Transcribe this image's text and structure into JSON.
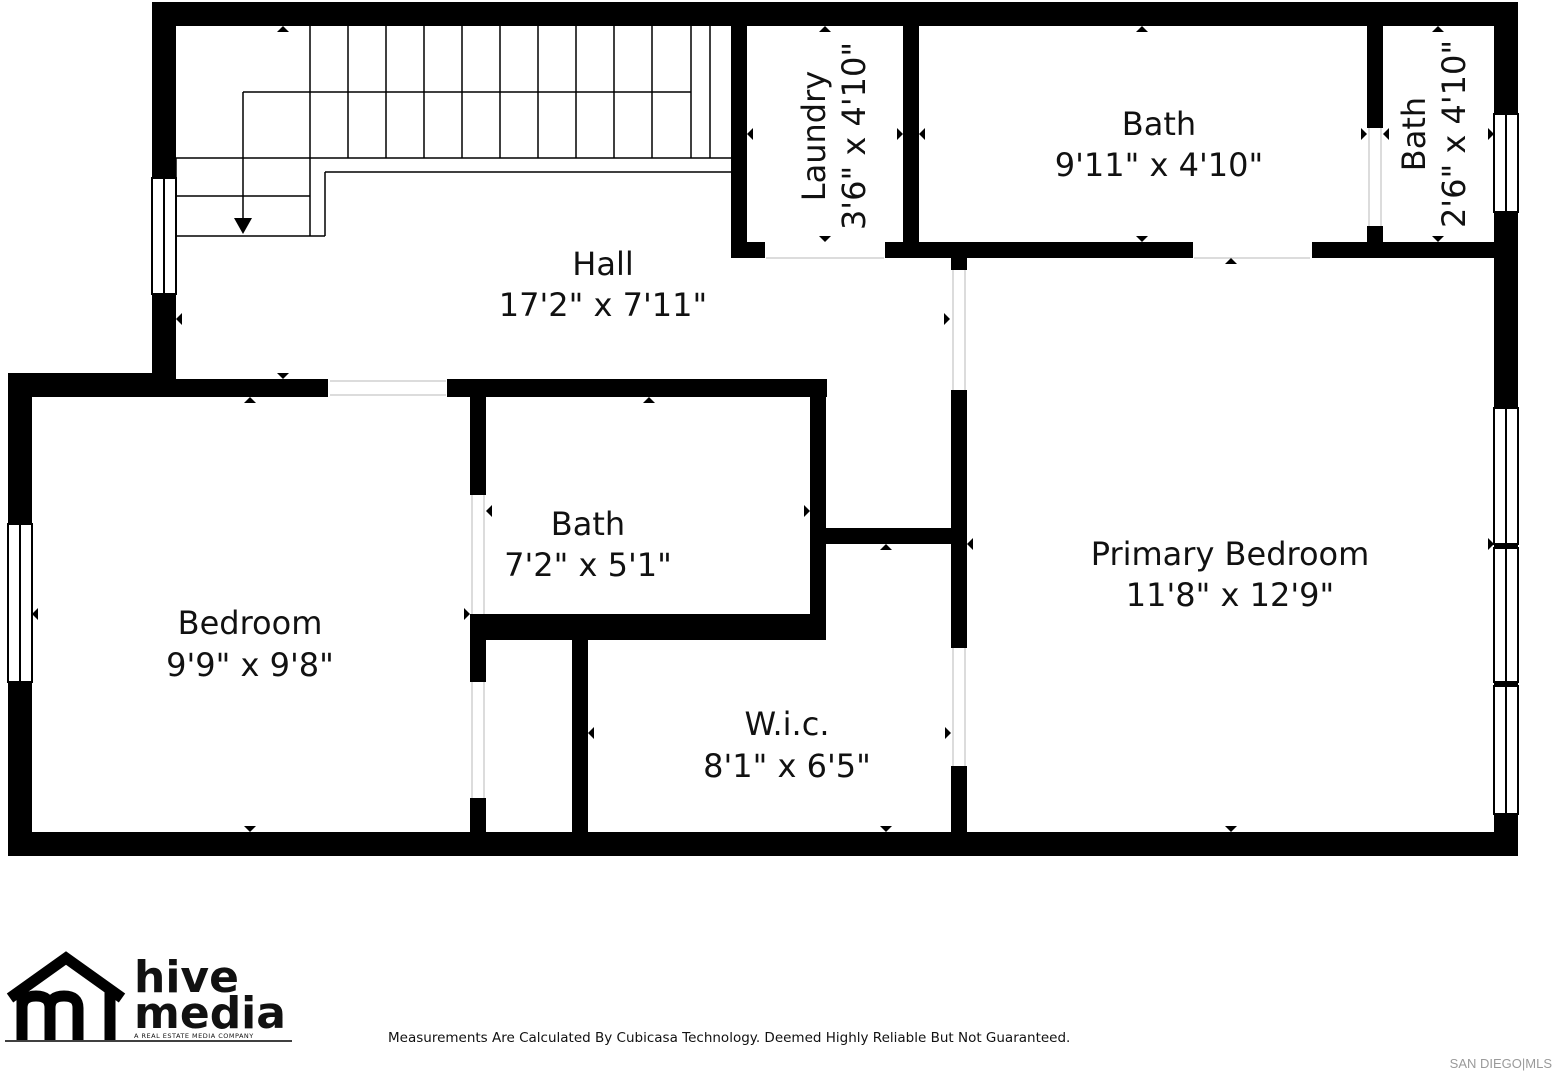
{
  "rooms": {
    "hall": {
      "name": "Hall",
      "dims": "17'2\" x 7'11\""
    },
    "laundry": {
      "name": "Laundry",
      "dims": "3'6\" x 4'10\""
    },
    "bath_top": {
      "name": "Bath",
      "dims": "9'11\" x 4'10\""
    },
    "bath_small": {
      "name": "Bath",
      "dims": "2'6\" x 4'10\""
    },
    "bath_mid": {
      "name": "Bath",
      "dims": "7'2\" x 5'1\""
    },
    "bedroom": {
      "name": "Bedroom",
      "dims": "9'9\" x 9'8\""
    },
    "primary_bedroom": {
      "name": "Primary Bedroom",
      "dims": "11'8\" x 12'9\""
    },
    "wic": {
      "name": "W.i.c.",
      "dims": "8'1\" x 6'5\""
    }
  },
  "logo": {
    "line1": "hive",
    "line2": "media",
    "tagline": "A REAL ESTATE MEDIA COMPANY"
  },
  "disclaimer": "Measurements Are Calculated By Cubicasa Technology. Deemed Highly Reliable But Not Guaranteed.",
  "watermark": "SAN DIEGO|MLS"
}
